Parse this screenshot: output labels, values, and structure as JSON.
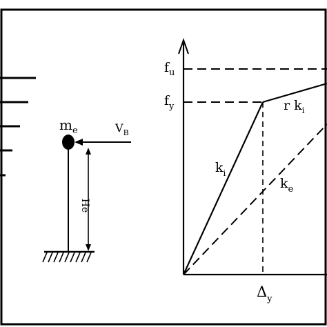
{
  "left_panel": {
    "mass_label": "m",
    "mass_subscript": "e",
    "force_label": "V",
    "force_subscript": "B",
    "height_label": "He"
  },
  "right_panel": {
    "fu_label": "f",
    "fu_subscript": "u",
    "fy_label": "f",
    "fy_subscript": "y",
    "initial_stiffness_label": "k",
    "initial_stiffness_subscript": "i",
    "post_yield_label": "r k",
    "post_yield_subscript": "i",
    "effective_stiffness_label": "k",
    "effective_stiffness_subscript": "e",
    "yield_disp_label": "Δ",
    "yield_disp_subscript": "y"
  },
  "colors": {
    "line": "#000000",
    "background": "#ffffff"
  }
}
